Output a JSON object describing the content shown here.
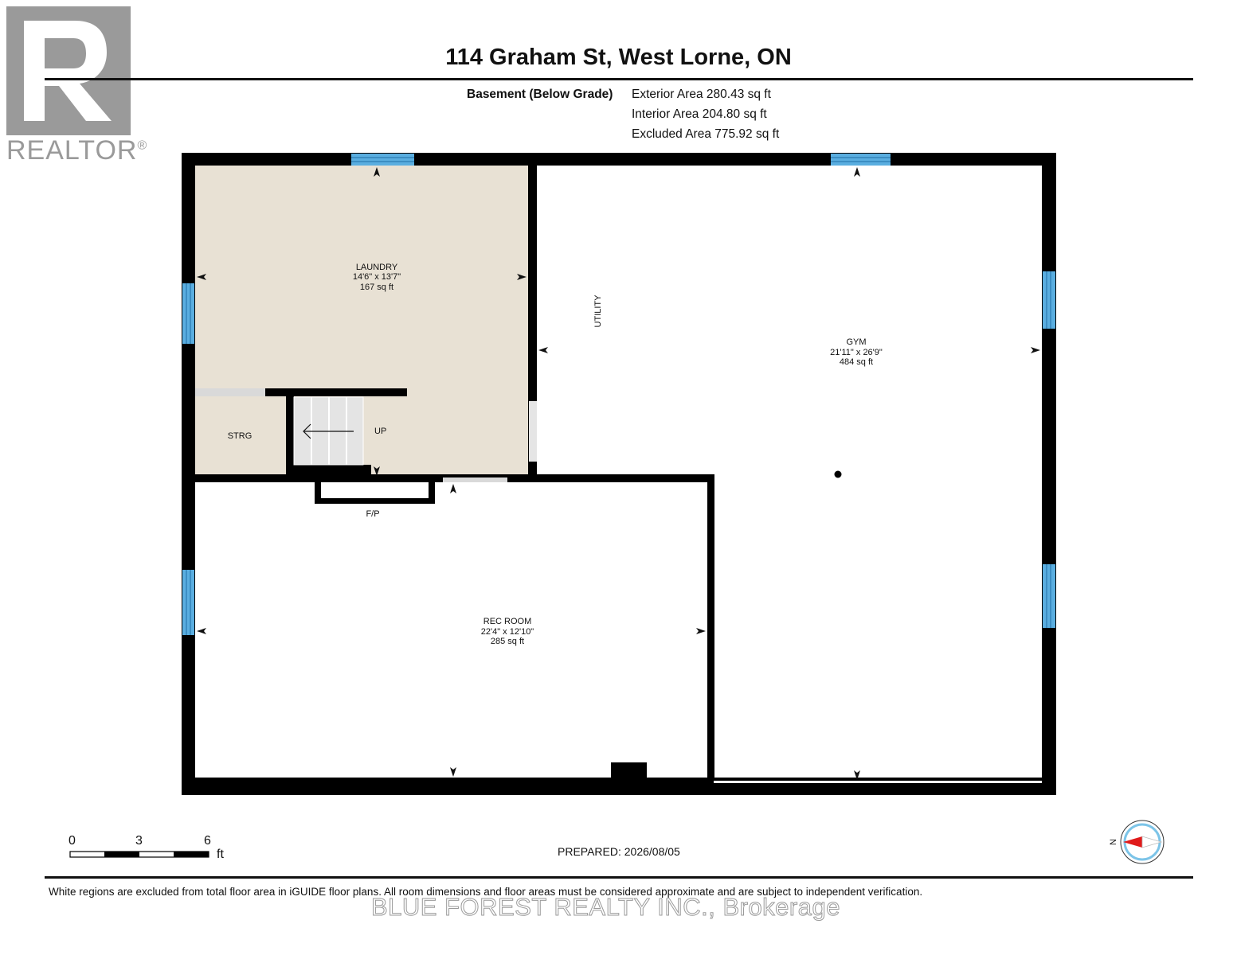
{
  "header": {
    "title": "114 Graham St, West Lorne, ON",
    "level_label": "Basement (Below Grade)",
    "exterior_area": "Exterior Area 280.43 sq ft",
    "interior_area": "Interior Area 204.80 sq ft",
    "excluded_area": "Excluded Area 775.92 sq ft"
  },
  "branding": {
    "realtor_text": "REALTOR",
    "registered_mark": "®",
    "watermark": "BLUE FOREST REALTY INC., Brokerage"
  },
  "rooms": {
    "laundry": {
      "name": "LAUNDRY",
      "dims": "14'6\" x 13'7\"",
      "area": "167 sq ft"
    },
    "gym": {
      "name": "GYM",
      "dims": "21'11\" x 26'9\"",
      "area": "484 sq ft"
    },
    "rec_room": {
      "name": "REC ROOM",
      "dims": "22'4\" x 12'10\"",
      "area": "285 sq ft"
    },
    "utility": {
      "name": "UTILITY"
    },
    "storage": {
      "name": "STRG"
    },
    "stairs": {
      "label": "UP"
    },
    "fireplace": {
      "label": "F/P"
    }
  },
  "scale": {
    "tick_0": "0",
    "tick_3": "3",
    "tick_6": "6",
    "unit": "ft"
  },
  "compass": {
    "label": "N"
  },
  "footer": {
    "prepared": "PREPARED: 2026/08/05",
    "disclaimer": "White regions are excluded from total floor area in iGUIDE floor plans. All room dimensions and floor areas must be considered approximate and are subject to independent verification."
  },
  "colors": {
    "wall": "#000000",
    "finished_floor": "#e8e1d4",
    "window": "#5aaee0",
    "door_opening": "#d9d9d9",
    "logo_gray": "#9a9a9a",
    "compass_needle": "#e01b1b"
  }
}
